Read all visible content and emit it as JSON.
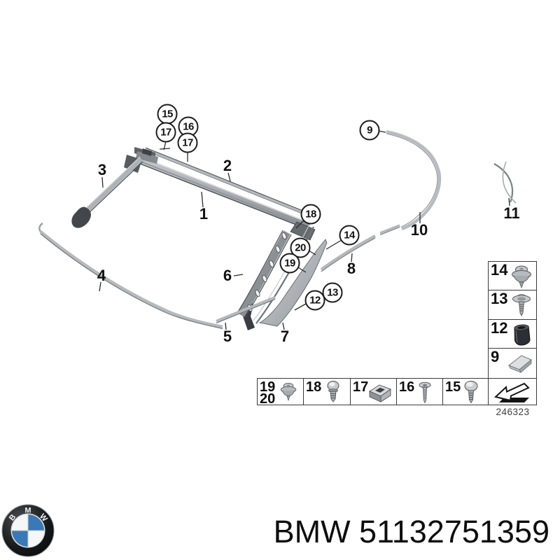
{
  "diagram": {
    "number": "246323",
    "callouts": [
      {
        "label": "15",
        "circled": true
      },
      {
        "label": "17",
        "circled": true
      },
      {
        "label": "16",
        "circled": true
      },
      {
        "label": "17",
        "circled": true
      },
      {
        "label": "18",
        "circled": true
      },
      {
        "label": "20",
        "circled": true
      },
      {
        "label": "19",
        "circled": true
      },
      {
        "label": "9",
        "circled": true
      },
      {
        "label": "14",
        "circled": true
      },
      {
        "label": "13",
        "circled": true
      },
      {
        "label": "12",
        "circled": true
      },
      {
        "label": "1",
        "circled": false
      },
      {
        "label": "2",
        "circled": false
      },
      {
        "label": "3",
        "circled": false
      },
      {
        "label": "4",
        "circled": false
      },
      {
        "label": "5",
        "circled": false
      },
      {
        "label": "6",
        "circled": false
      },
      {
        "label": "7",
        "circled": false
      },
      {
        "label": "8",
        "circled": false
      },
      {
        "label": "10",
        "circled": false
      },
      {
        "label": "11",
        "circled": false
      }
    ]
  },
  "legend": {
    "right_column": [
      {
        "label": "14",
        "icon": "rivet-clip-icon"
      },
      {
        "label": "13",
        "icon": "washer-screw-icon"
      },
      {
        "label": "12",
        "icon": "grommet-icon"
      },
      {
        "label": "9",
        "icon": "metal-clip-icon"
      },
      {
        "label": "",
        "icon": "direction-arrow-icon"
      }
    ],
    "bottom_row": [
      {
        "label": "19",
        "label2": "20",
        "icon": "rivet-clip-icon"
      },
      {
        "label": "18",
        "icon": "short-screw-icon"
      },
      {
        "label": "17",
        "icon": "cage-nut-icon"
      },
      {
        "label": "16",
        "icon": "flat-screw-icon"
      },
      {
        "label": "15",
        "icon": "oval-screw-icon"
      }
    ]
  },
  "footer": {
    "title": "BMW 51132751359",
    "logo_letters": "BMW",
    "logo_blue": "#3a79b5",
    "accent_black": "#111111"
  }
}
